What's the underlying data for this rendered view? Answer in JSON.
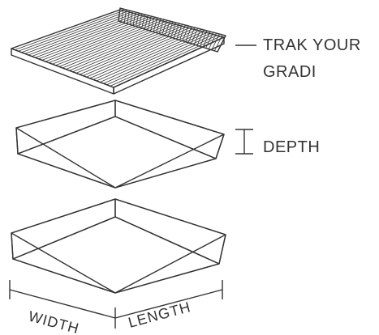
{
  "labels": {
    "top_layer": [
      "TRAK YOUR",
      "GRADI"
    ],
    "depth": "DEPTH",
    "width": "WIDTH",
    "length": "LENGTH"
  },
  "colors": {
    "stroke": "#333333",
    "side_left": "#e9e9e9",
    "side_right": "#ffffff",
    "floor": "#c9c9c9",
    "text": "#333333"
  }
}
